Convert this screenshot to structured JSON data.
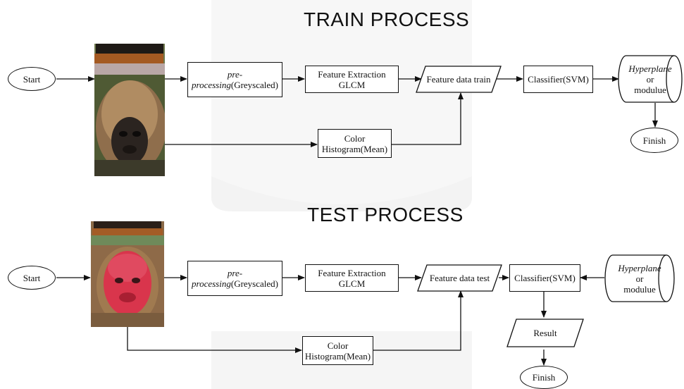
{
  "colors": {
    "line": "#111111",
    "watermark": "#ececec",
    "fur_brown": "#8a6a48",
    "face_dark": "#2b2420",
    "face_red": "#d9354c"
  },
  "train": {
    "title": "TRAIN PROCESS",
    "start": "Start",
    "preprocessing": {
      "italic": "pre-",
      "italic2": "processing",
      "rest": "(Greyscaled)"
    },
    "glcm": {
      "line1": "Feature Extraction",
      "line2": "GLCM"
    },
    "color_hist": {
      "line1": "Color",
      "line2": "Histogram(Mean)"
    },
    "feature_data": "Feature data train",
    "classifier": "Classifier(SVM)",
    "storage": {
      "italic": "Hyperplane",
      "line2": "or",
      "line3": "modulue"
    },
    "finish": "Finish"
  },
  "test": {
    "title": "TEST PROCESS",
    "start": "Start",
    "preprocessing": {
      "italic": "pre-",
      "italic2": "processing",
      "rest": "(Greyscaled)"
    },
    "glcm": {
      "line1": "Feature Extraction",
      "line2": "GLCM"
    },
    "color_hist": {
      "line1": "Color",
      "line2": "Histogram(Mean)"
    },
    "feature_data": "Feature data test",
    "classifier": "Classifier(SVM)",
    "storage": {
      "italic": "Hyperplane",
      "line2": "or",
      "line3": "modulue"
    },
    "result": "Result",
    "finish": "Finish"
  }
}
